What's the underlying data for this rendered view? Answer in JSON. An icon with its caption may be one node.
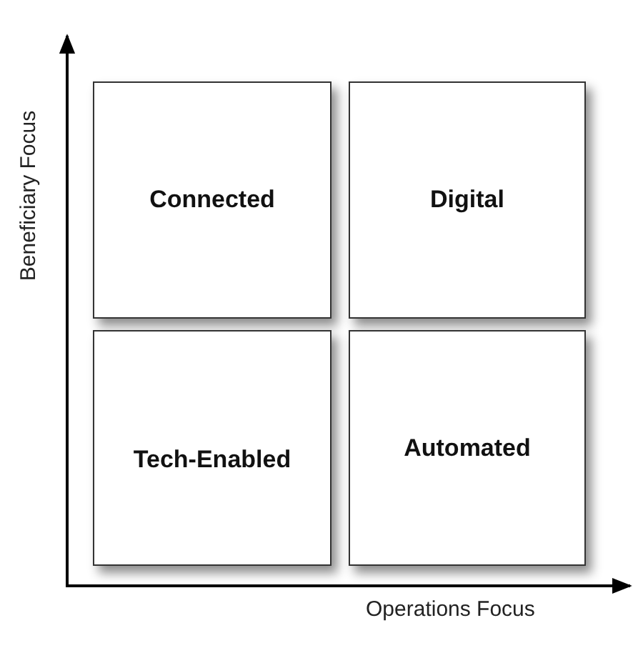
{
  "diagram": {
    "nodes": [
      {
        "text": [
          "Connected"
        ]
      },
      {
        "text": [
          "Digital"
        ]
      },
      {
        "text": [
          "Tech-Enabled"
        ]
      },
      {
        "text": [
          "Automated"
        ]
      }
    ],
    "labels": [
      "Beneficiary Focus",
      "Operations Focus"
    ]
  }
}
